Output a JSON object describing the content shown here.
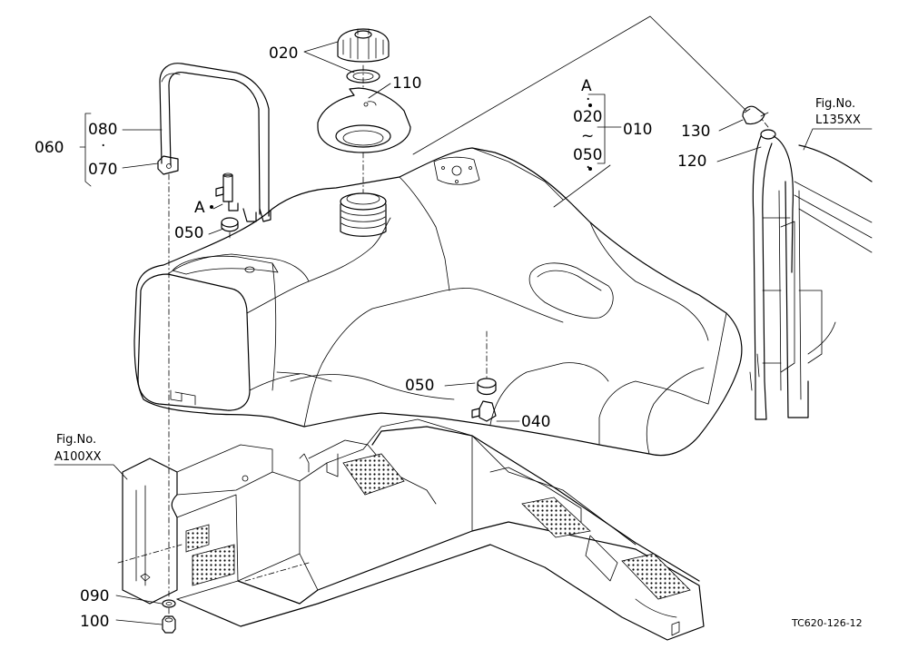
{
  "callouts": {
    "p020": "020",
    "p110": "110",
    "pA": "A",
    "p020b": "020",
    "tilde": "~",
    "p050b": "050",
    "p010": "010",
    "p060": "060",
    "p080": "080",
    "p070": "070",
    "p130": "130",
    "p120": "120",
    "pA2": "A",
    "p050": "050",
    "p050c": "050",
    "p040": "040",
    "p090": "090",
    "p100": "100"
  },
  "references": {
    "fig_label_1": "Fig.No.",
    "fig_value_1": "L135XX",
    "fig_label_2": "Fig.No.",
    "fig_value_2": "A100XX"
  },
  "drawing_code": "TC620-126-12"
}
